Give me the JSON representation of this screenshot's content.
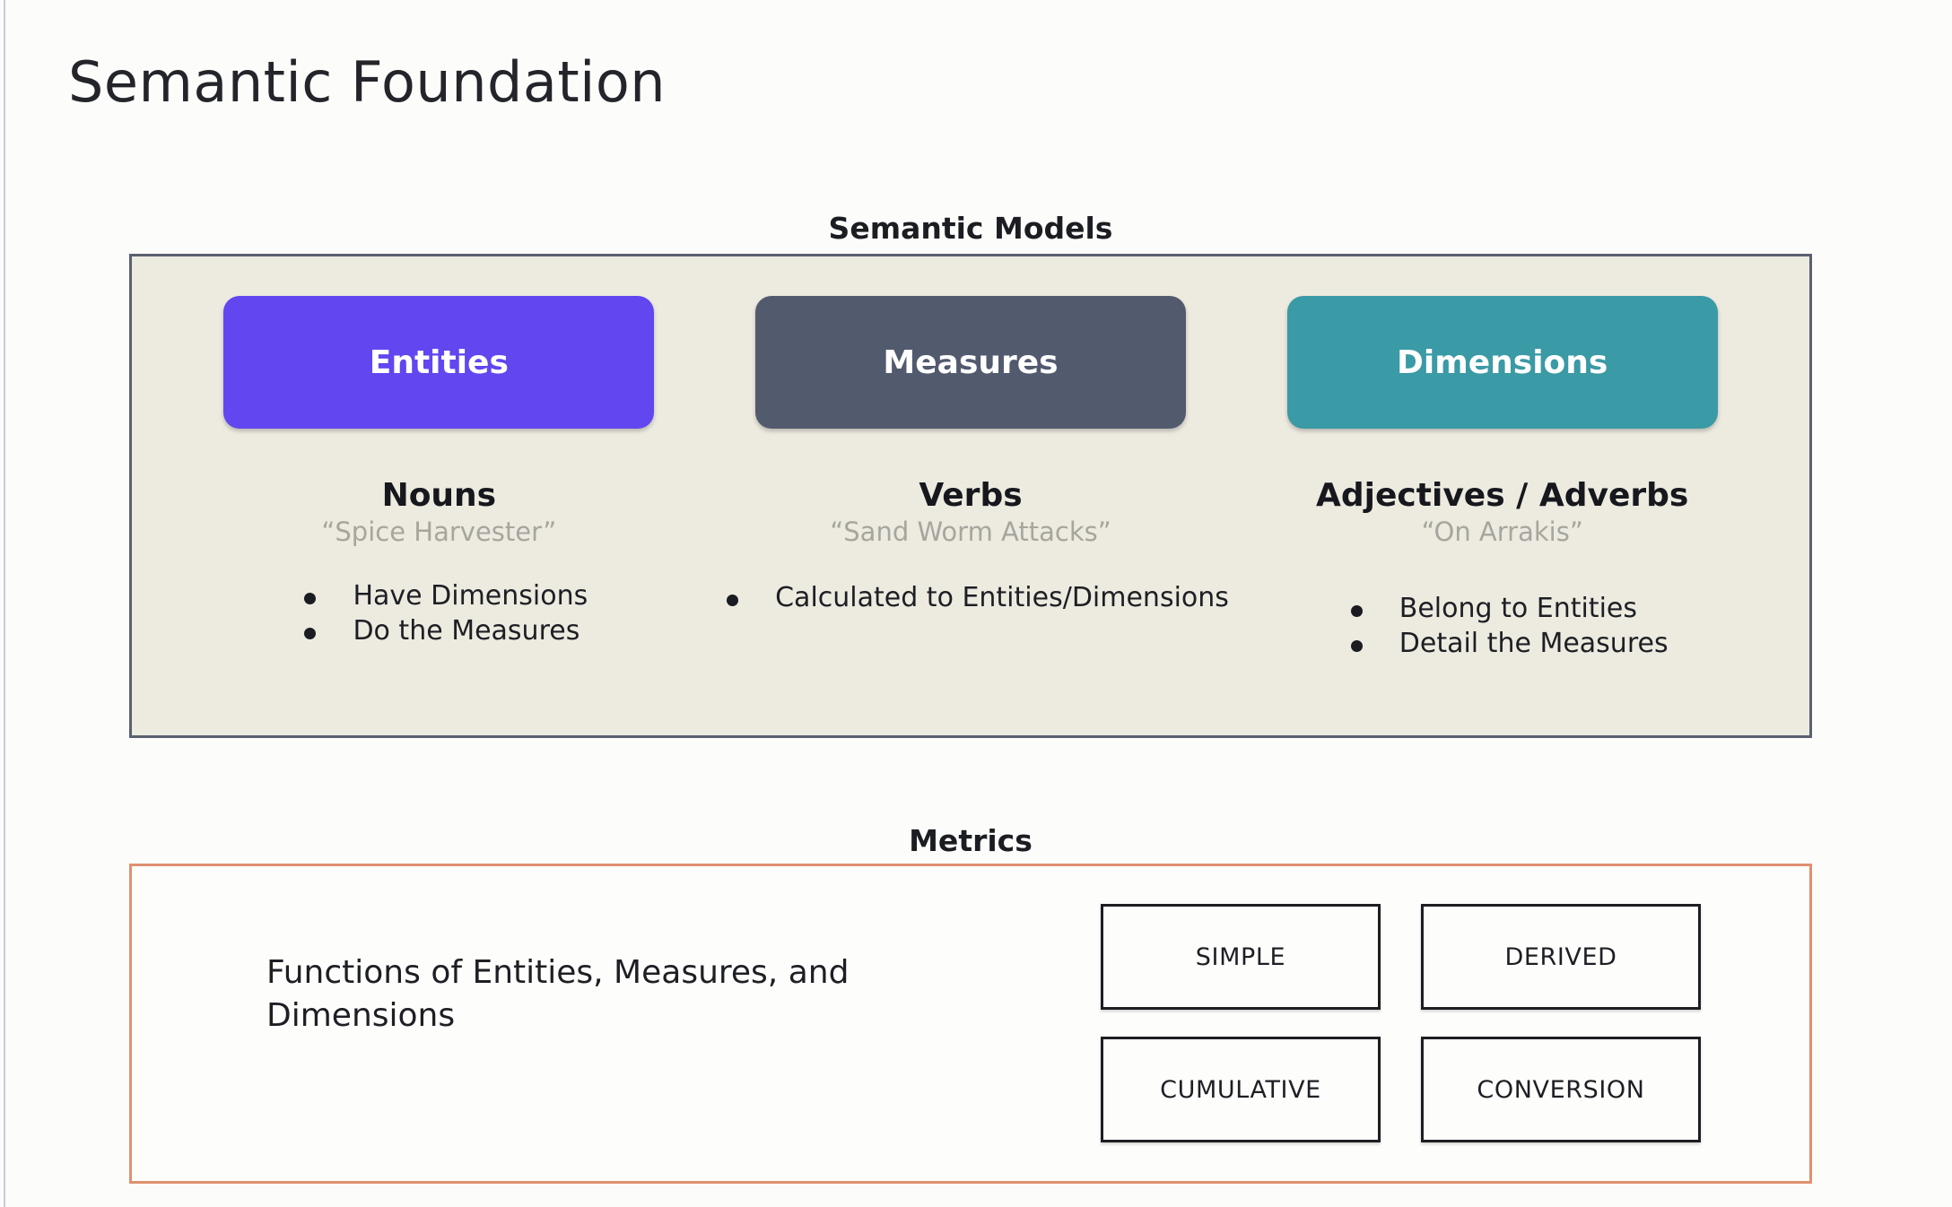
{
  "slide": {
    "title": "Semantic Foundation",
    "background_color": "#fcfdfa"
  },
  "semantic_models": {
    "heading": "Semantic Models",
    "panel_background": "#edeae0",
    "panel_border_color": "#5a6070",
    "columns": [
      {
        "chip_label": "Entities",
        "chip_color": "#6246f0",
        "part_of_speech": "Nouns",
        "example": "“Spice Harvester”",
        "bullets": [
          "Have Dimensions",
          "Do the Measures"
        ]
      },
      {
        "chip_label": "Measures",
        "chip_color": "#525a6e",
        "part_of_speech": "Verbs",
        "example": "“Sand Worm Attacks”",
        "bullets": [
          "Calculated to Entities/Dimensions"
        ]
      },
      {
        "chip_label": "Dimensions",
        "chip_color": "#3a9aa5",
        "part_of_speech": "Adjectives / Adverbs",
        "example": "“On Arrakis”",
        "bullets": [
          "Belong to Entities",
          "Detail the Measures"
        ]
      }
    ]
  },
  "metrics": {
    "heading": "Metrics",
    "panel_border_color": "#e09070",
    "description": "Functions of Entities, Measures, and Dimensions",
    "types": [
      "SIMPLE",
      "DERIVED",
      "CUMULATIVE",
      "CONVERSION"
    ]
  }
}
